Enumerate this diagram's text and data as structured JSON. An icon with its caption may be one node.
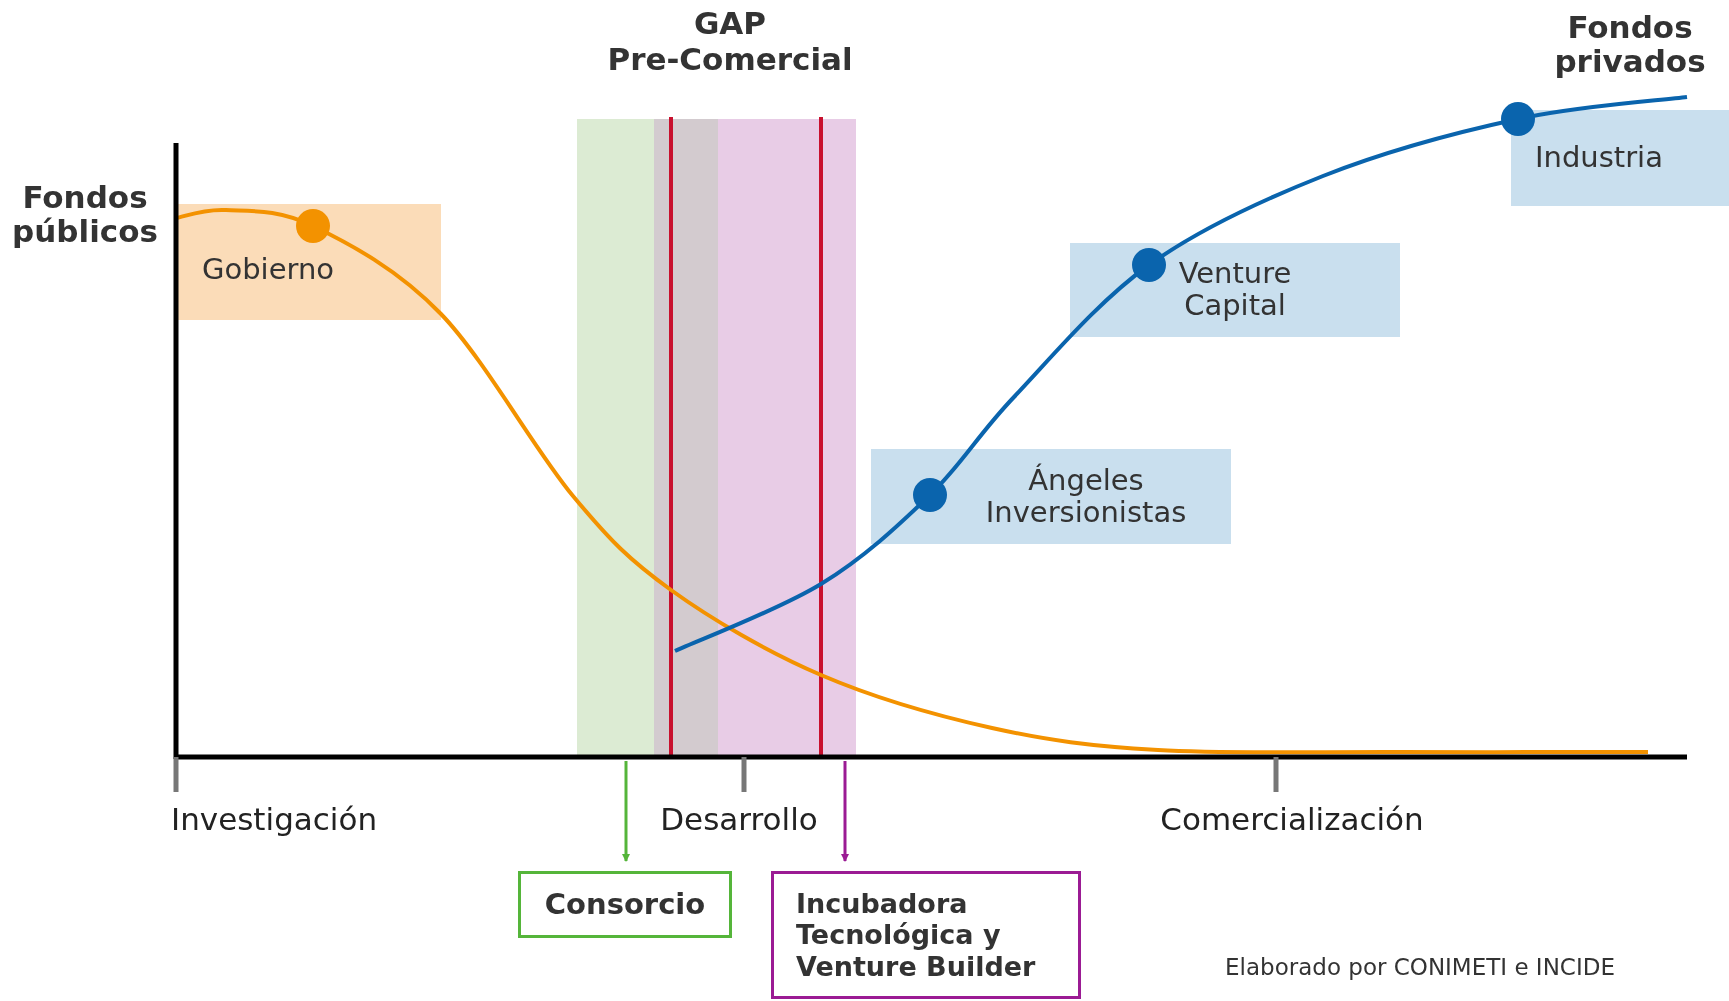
{
  "diagram": {
    "nodes": [
      {
        "text": [
          "Gobierno"
        ]
      },
      {
        "text": [
          "Industria"
        ]
      },
      {
        "text": [
          "Venture Capital"
        ]
      },
      {
        "text": [
          "Ángeles Inversionistas"
        ]
      },
      {
        "text": [
          "Consorcio"
        ]
      },
      {
        "text": [
          "Incubadora Tecnológica y Venture Builder"
        ]
      },
      {
        "text": [],
        "shape": "bar"
      },
      {
        "text": [],
        "shape": "bar"
      },
      {
        "text": [],
        "shape": "bar"
      }
    ],
    "edges": [
      {
        "from": 6,
        "to": 4,
        "arrow": "to",
        "color": "#55b53a"
      },
      {
        "from": 8,
        "to": 5,
        "arrow": "to",
        "color": "#9b1b94"
      }
    ],
    "labels": [
      "GAP Pre-Comercial",
      "Fondos públicos",
      "Fondos privados",
      "Investigación",
      "Desarrollo",
      "Comercialización",
      "Elaborado por CONIMETI e INCIDE"
    ]
  }
}
